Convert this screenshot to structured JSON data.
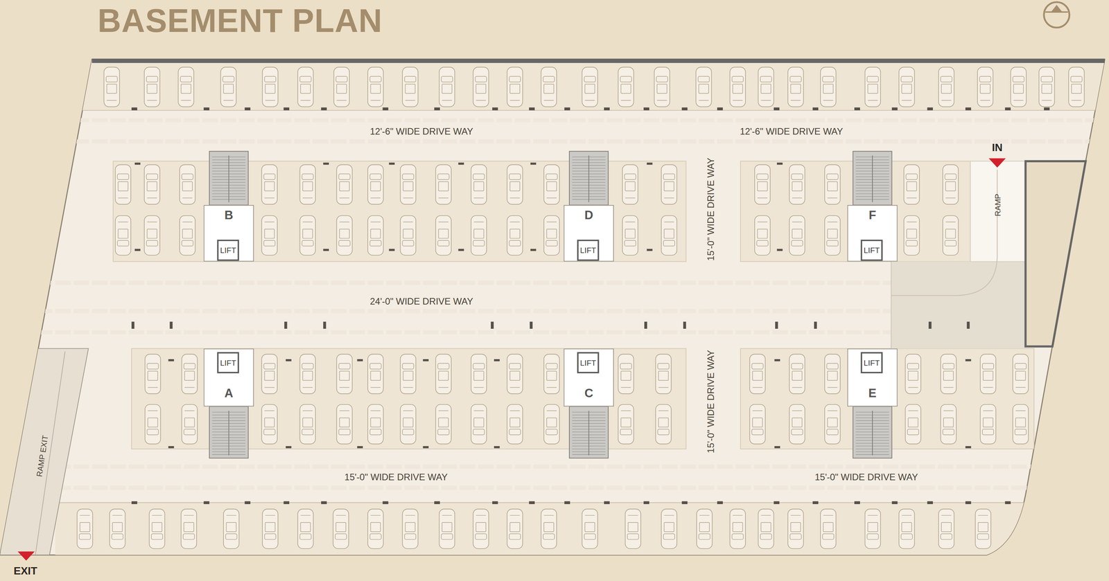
{
  "diagram": {
    "title": "BASEMENT PLAN",
    "nodes": [
      {
        "text": [
          "B"
        ]
      },
      {
        "text": [
          "LIFT"
        ],
        "in": 0
      },
      {
        "text": [
          "D"
        ]
      },
      {
        "text": [
          "LIFT"
        ],
        "in": 2
      },
      {
        "text": [
          "F"
        ]
      },
      {
        "text": [
          "LIFT"
        ],
        "in": 4
      },
      {
        "text": [
          "A"
        ]
      },
      {
        "text": [
          "LIFT"
        ],
        "in": 6
      },
      {
        "text": [
          "C"
        ]
      },
      {
        "text": [
          "LIFT"
        ],
        "in": 8
      },
      {
        "text": [
          "E"
        ]
      },
      {
        "text": [
          "LIFT"
        ],
        "in": 10
      },
      {
        "text": [
          "RAMP"
        ]
      },
      {
        "text": [
          "RAMP EXIT"
        ]
      }
    ],
    "labels": [
      "12'-6\" WIDE DRIVE WAY",
      "12'-6\" WIDE DRIVE WAY",
      "15'-0\" WIDE DRIVE WAY",
      "24'-0\" WIDE DRIVE WAY",
      "15'-0\" WIDE DRIVE WAY",
      "15'-0\" WIDE DRIVE WAY",
      "15'-0\" WIDE DRIVE WAY",
      "IN",
      "EXIT"
    ]
  }
}
